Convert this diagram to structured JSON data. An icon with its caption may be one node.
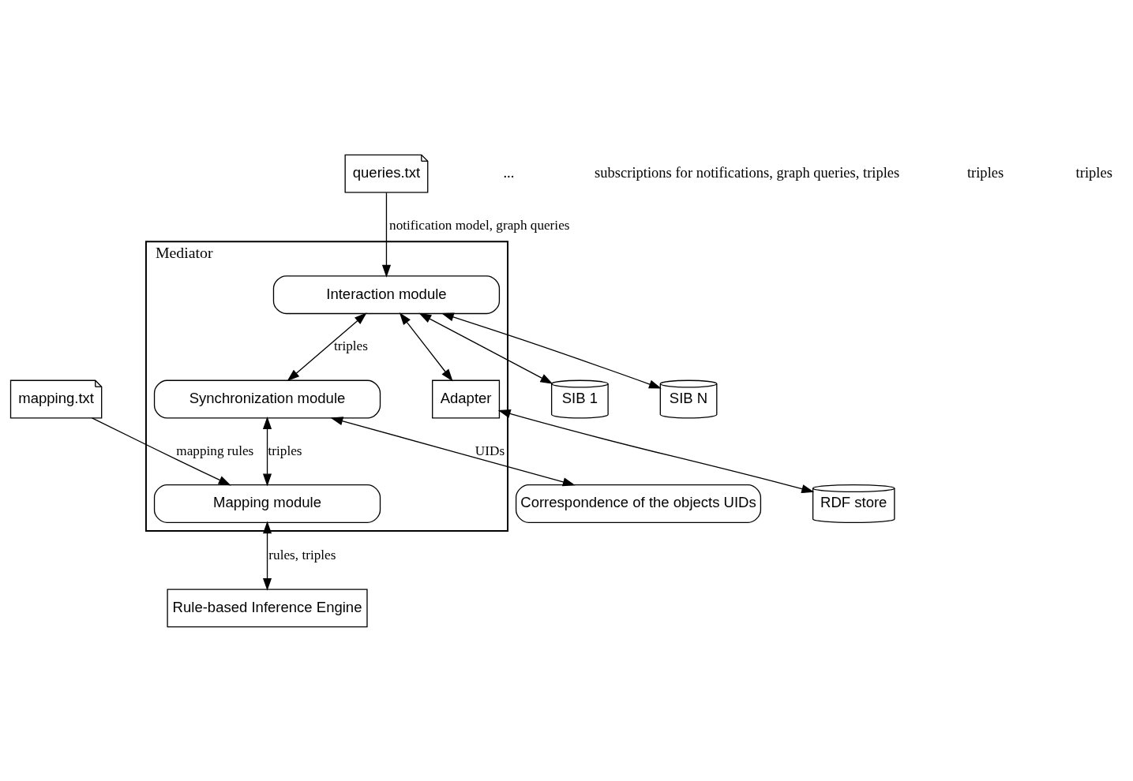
{
  "diagram": {
    "nodes": [
      {
        "text": [
          "SIB 1"
        ]
      },
      {
        "text": [
          "SIB N"
        ]
      },
      {
        "text": [
          "RDF store"
        ]
      },
      {
        "text": [
          "Mediator"
        ]
      },
      {
        "text": [
          "Adapter"
        ],
        "in": 3
      },
      {
        "text": [
          "Interaction module"
        ],
        "in": 3
      },
      {
        "text": [
          "Synchronization module"
        ],
        "in": 3
      },
      {
        "text": [
          "Mapping module"
        ],
        "in": 3
      },
      {
        "text": [
          "queries.txt"
        ]
      },
      {
        "text": [
          "mapping.txt"
        ]
      },
      {
        "text": [
          "Correspondence of the objects UIDs"
        ]
      },
      {
        "text": [
          "Rule-based Inference Engine"
        ]
      }
    ],
    "edges": [
      {
        "from": 5,
        "to": 0,
        "arrow": "both"
      },
      {
        "from": 5,
        "to": 1,
        "arrow": "both"
      },
      {
        "from": 5,
        "to": 4,
        "arrow": "both"
      },
      {
        "from": 4,
        "to": 2,
        "arrow": "both"
      },
      {
        "from": 8,
        "to": 5,
        "arrow": "to",
        "label": "notification model, graph queries"
      },
      {
        "from": 5,
        "to": 6,
        "arrow": "both",
        "label": "triples"
      },
      {
        "from": 6,
        "to": 7,
        "arrow": "both",
        "label": "triples"
      },
      {
        "from": 9,
        "to": 7,
        "arrow": "to",
        "label": "mapping rules"
      },
      {
        "from": 6,
        "to": 10,
        "arrow": "both",
        "label": "UIDs"
      },
      {
        "from": 7,
        "to": 11,
        "arrow": "both",
        "label": "rules, triples"
      }
    ],
    "labels": [
      "...",
      "subscriptions for notifications, graph queries, triples",
      "triples",
      "triples"
    ]
  }
}
